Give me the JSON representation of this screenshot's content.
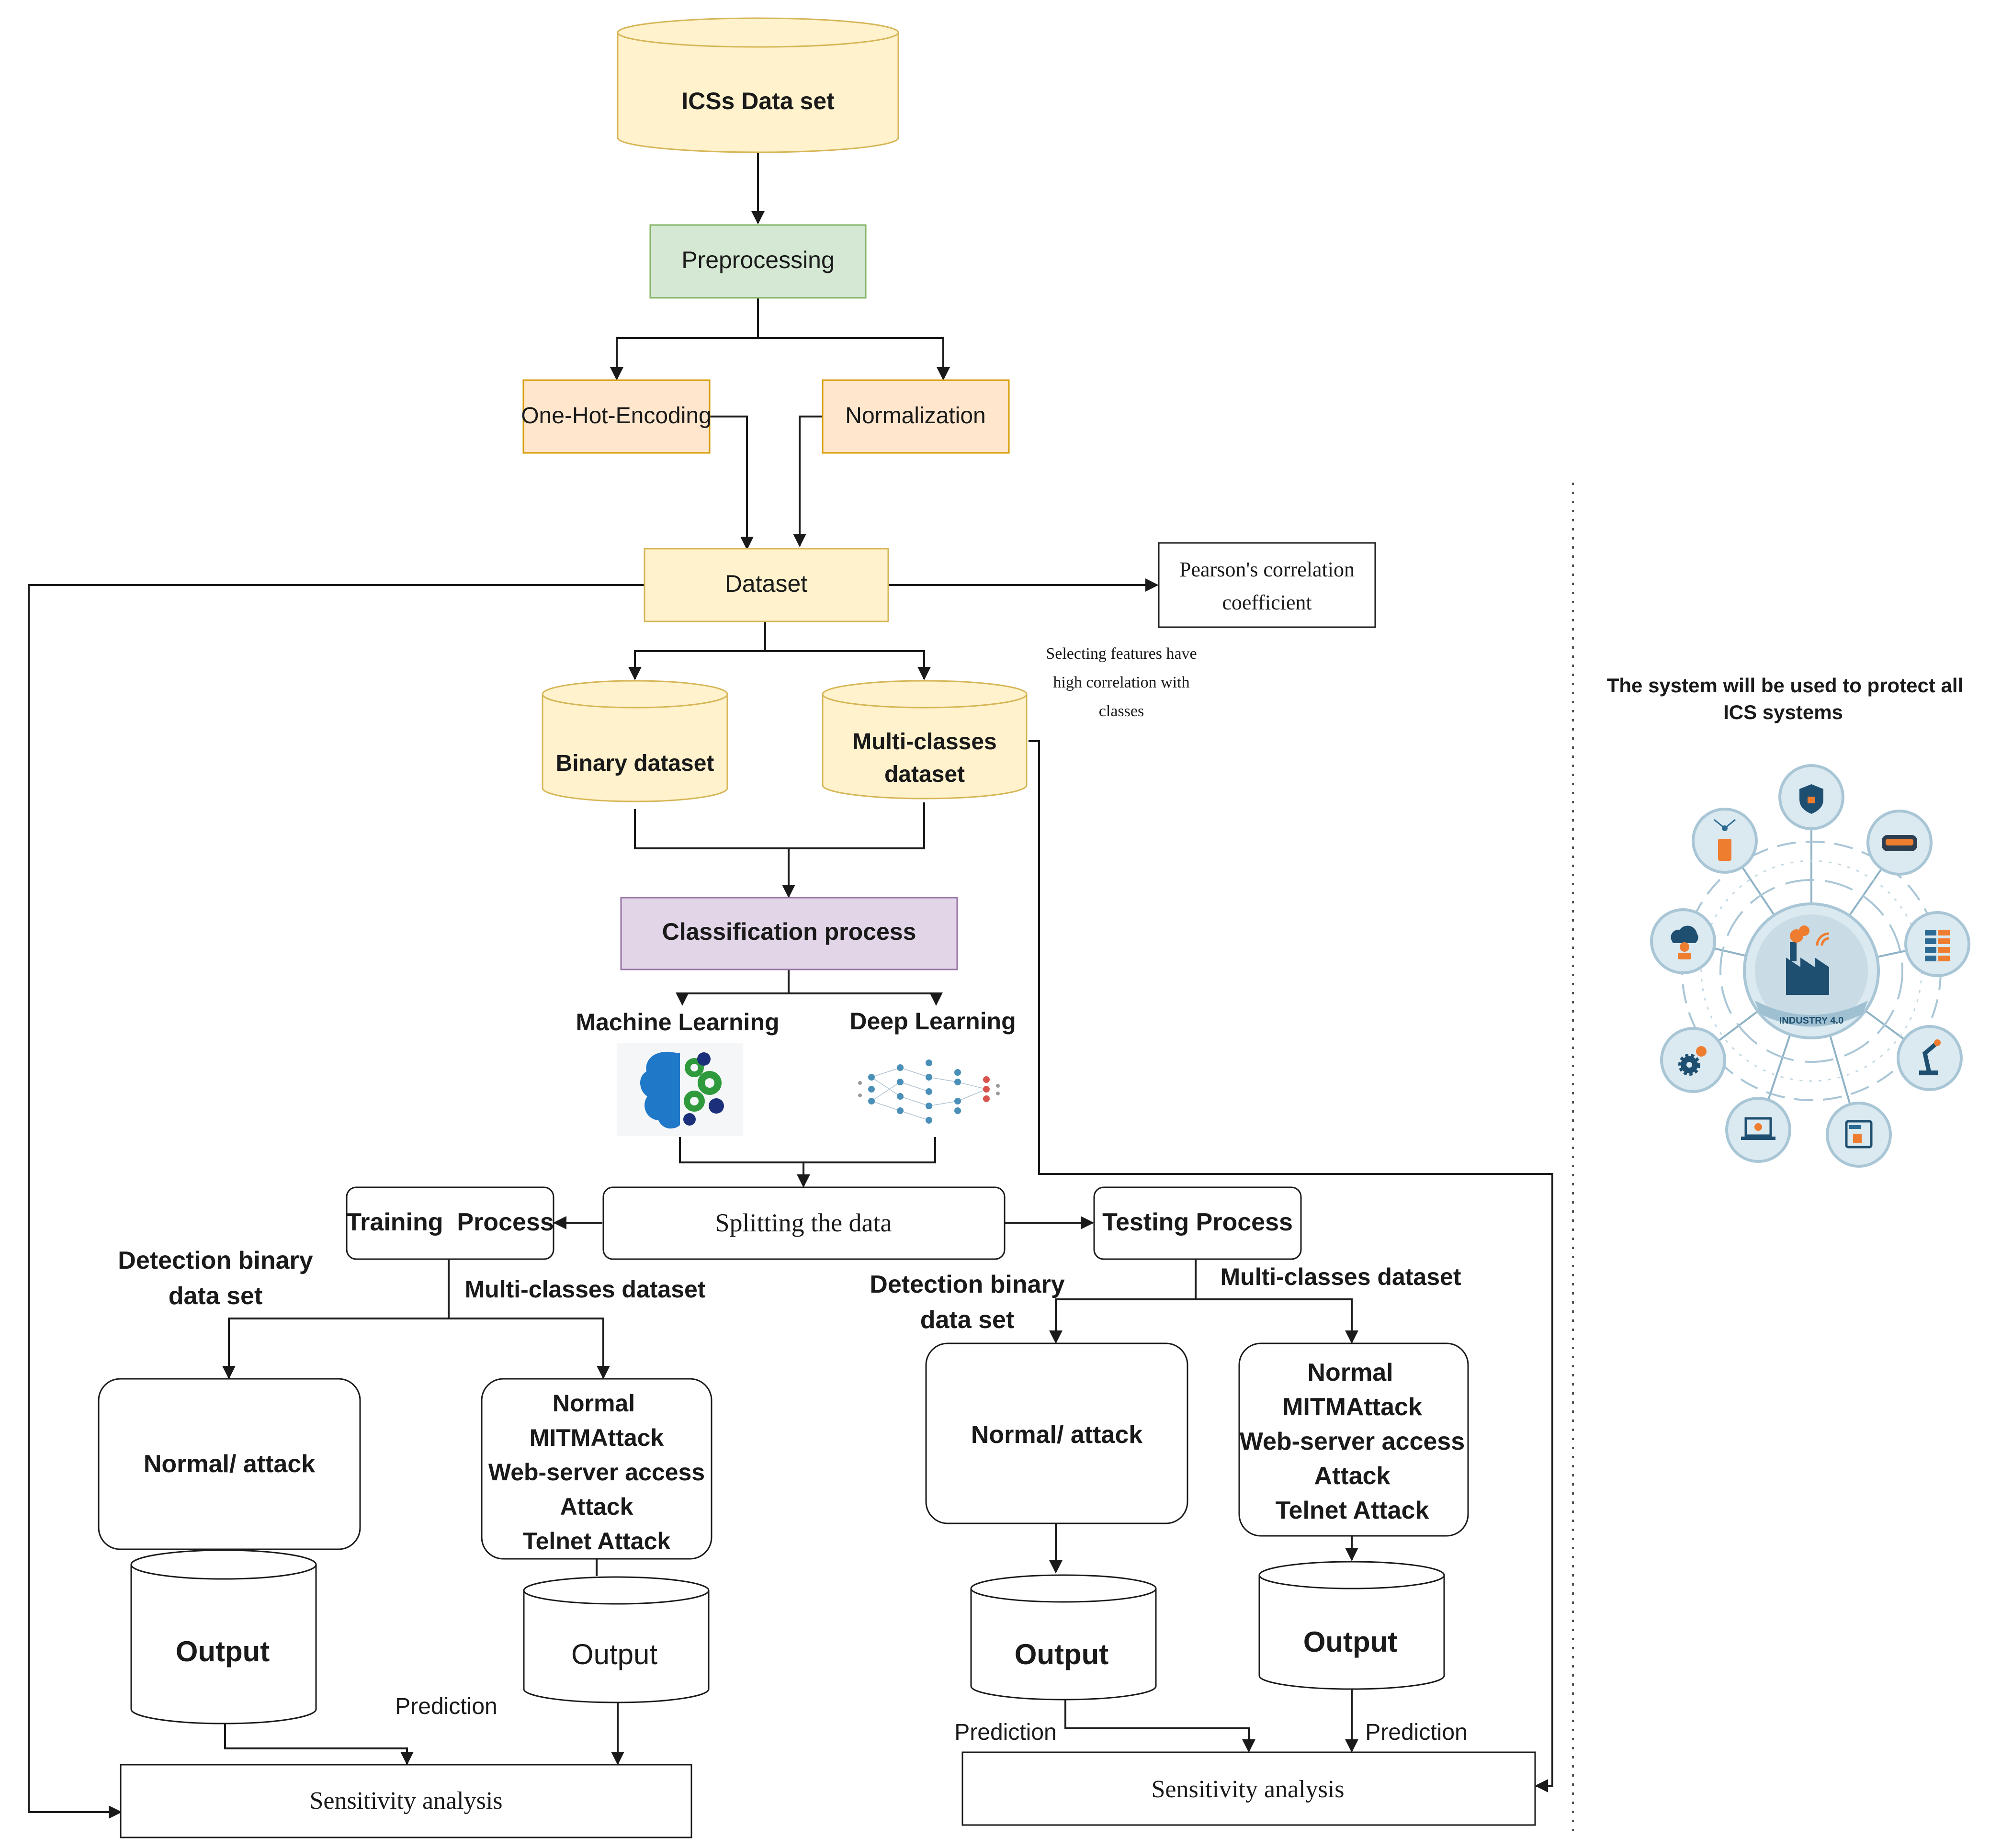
{
  "nodes": {
    "icss_dataset": "ICSs Data set",
    "preprocessing": "Preprocessing",
    "one_hot": "One-Hot-Encoding",
    "normalization": "Normalization",
    "dataset": "Dataset",
    "pearson_line1": "Pearson's correlation",
    "pearson_line2": "coefficient",
    "selecting_line1": "Selecting features have",
    "selecting_line2": "high correlation with",
    "selecting_line3": "classes",
    "binary_dataset": "Binary dataset",
    "multi_dataset_line1": "Multi-classes",
    "multi_dataset_line2": "dataset",
    "classification": "Classification process",
    "machine_learning": "Machine Learning",
    "deep_learning": "Deep Learning",
    "splitting": "Splitting the data",
    "training": "Training  Process",
    "testing": "Testing Process",
    "train_binary_line1": "Detection binary",
    "train_binary_line2": "data set",
    "train_multi": "Multi-classes dataset",
    "test_binary_line1": "Detection binary",
    "test_binary_line2": "data set",
    "test_multi": "Multi-classes dataset",
    "normal_attack": "Normal/ attack",
    "class_line1": "Normal",
    "class_line2": "MITMAttack",
    "class_line3": "Web-server access",
    "class_line4": "Attack",
    "class_line5": "Telnet Attack",
    "output": "Output",
    "prediction": "Prediction",
    "sensitivity": "Sensitivity analysis"
  },
  "side_panel": {
    "caption_line1": "The system will be used to protect all",
    "caption_line2": "ICS systems",
    "hub_label": "INDUSTRY 4.0"
  },
  "colors": {
    "yellow_fill": "#fff2cc",
    "yellow_stroke": "#d6b656",
    "green_fill": "#d5e8d4",
    "green_stroke": "#82b366",
    "orange_fill": "#ffe6cc",
    "orange_stroke": "#d79b00",
    "purple_fill": "#e1d5e7",
    "purple_stroke": "#9673a6",
    "icon_blue": "#2c6a93",
    "icon_orange": "#ef7d30"
  }
}
